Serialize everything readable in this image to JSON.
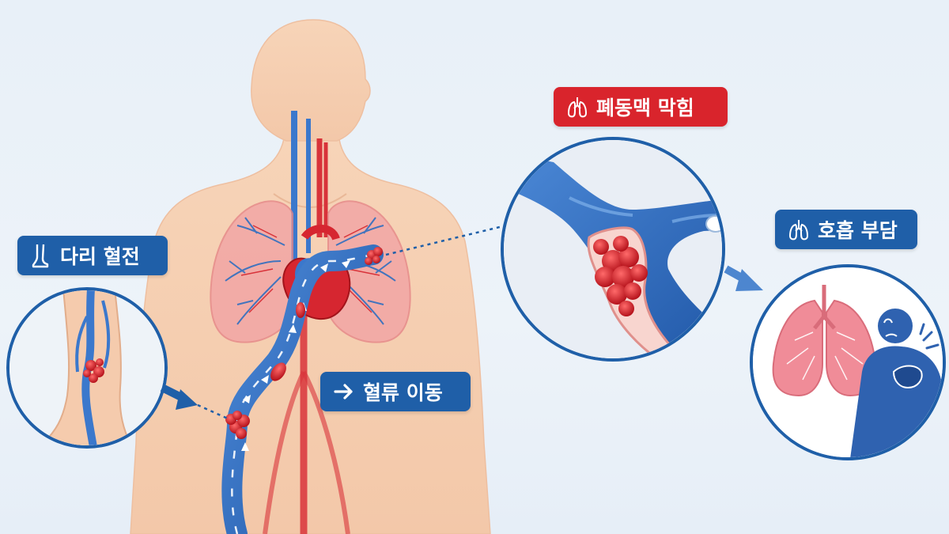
{
  "labels": {
    "leg_clot": "다리 혈전",
    "blood_flow": "혈류 이동",
    "pulmonary_embolism": "폐동맥 막힘",
    "breathing_burden": "호흡 부담"
  },
  "icons": {
    "leg_clot": "leg-icon",
    "blood_flow": "arrow-right-icon",
    "pulmonary_embolism": "lungs-icon",
    "breathing_burden": "lungs-icon"
  },
  "colors": {
    "label_blue": "#1f5fa8",
    "label_red": "#d9242c",
    "vein": "#3b78cc",
    "artery": "#d8333a",
    "clot": "#d62630",
    "skin": "#f6cfb2",
    "lung": "#f09fa0"
  }
}
